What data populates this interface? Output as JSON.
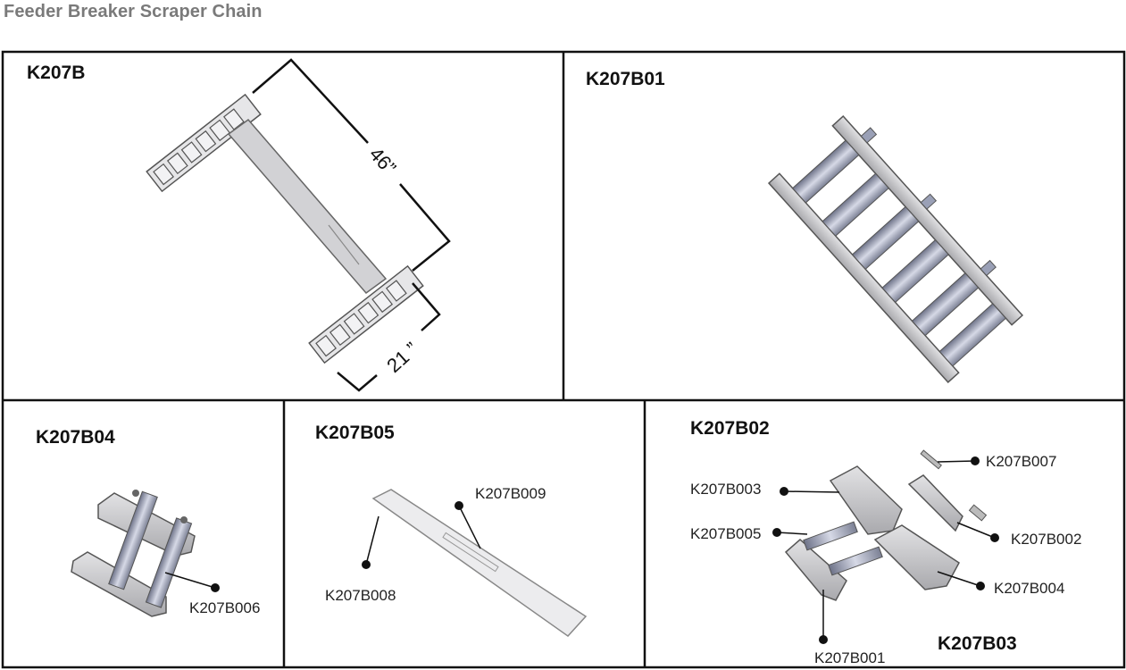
{
  "title": "Feeder Breaker Scraper Chain",
  "panels": {
    "k207b": {
      "label": "K207B",
      "dim_length": "46”",
      "dim_width": "21 ”"
    },
    "k207b01": {
      "label": "K207B01"
    },
    "k207b04": {
      "label": "K207B04",
      "callouts": [
        "K207B006"
      ]
    },
    "k207b05": {
      "label": "K207B05",
      "callouts": [
        "K207B009",
        "K207B008"
      ]
    },
    "k207b02": {
      "label": "K207B02",
      "label2": "K207B03",
      "callouts": [
        "K207B007",
        "K207B003",
        "K207B005",
        "K207B002",
        "K207B004",
        "K207B001"
      ]
    }
  },
  "colors": {
    "frame": "#111111",
    "part_fill": "#c9c9cc",
    "part_stroke": "#6f6f73",
    "pin": "#8a8fa3"
  }
}
